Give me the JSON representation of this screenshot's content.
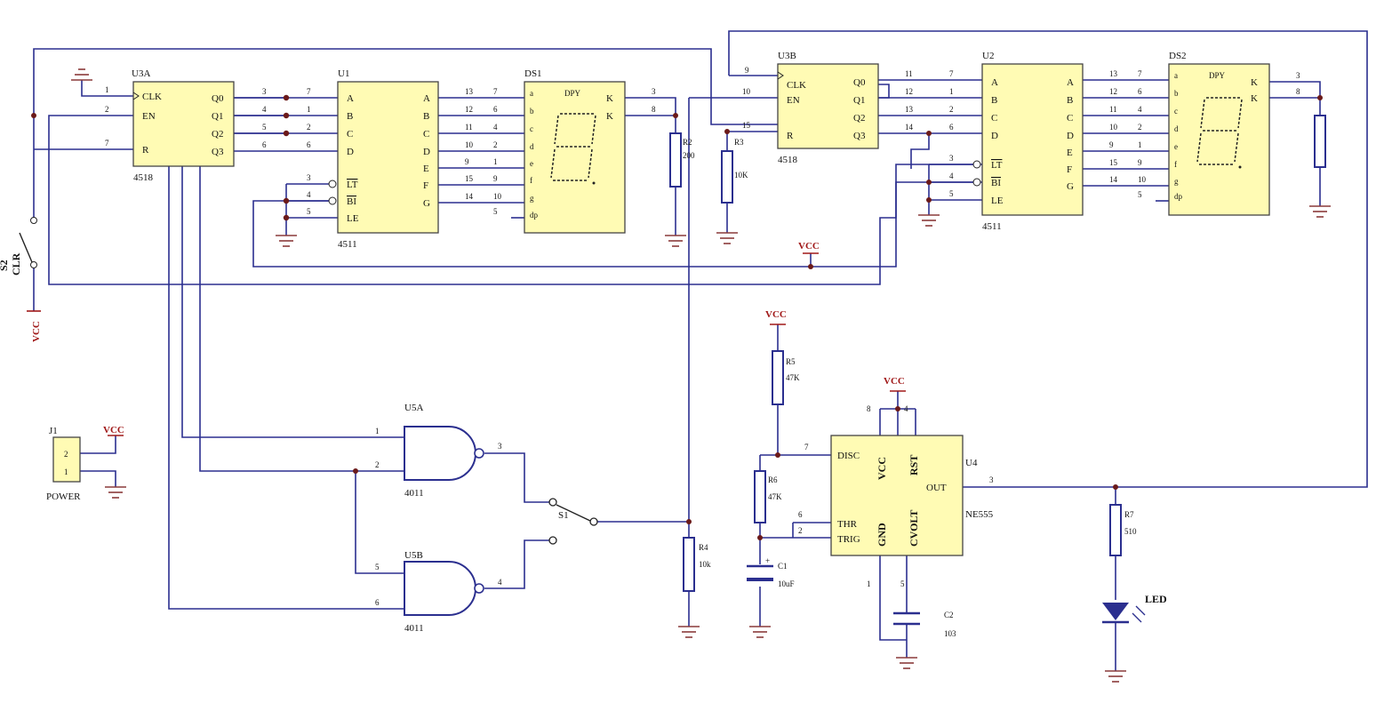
{
  "labels": {
    "u3a": "U3A",
    "u3b": "U3B",
    "u1": "U1",
    "u2": "U2",
    "ds1": "DS1",
    "ds2": "DS2",
    "u5a": "U5A",
    "u5b": "U5B",
    "u4": "U4",
    "j1": "J1",
    "power": "POWER",
    "s1": "S1",
    "s2": "S2",
    "clr": "CLR",
    "vcc": "VCC",
    "led": "LED"
  },
  "parts": {
    "c4518": "4518",
    "c4511": "4511",
    "c4011": "4011",
    "ne555": "NE555",
    "r2": "R2",
    "r2v": "200",
    "r3": "R3",
    "r3v": "10K",
    "r4": "R4",
    "r4v": "10k",
    "r5": "R5",
    "r5v": "47K",
    "r6": "R6",
    "r6v": "47K",
    "r7": "R7",
    "r7v": "510",
    "c1": "C1",
    "c1v": "10uF",
    "c2": "C2",
    "c2v": "103"
  },
  "pins": {
    "clk": "CLK",
    "en": "EN",
    "r": "R",
    "q0": "Q0",
    "q1": "Q1",
    "q2": "Q2",
    "q3": "Q3",
    "a": "A",
    "b": "B",
    "c": "C",
    "d": "D",
    "lt": "LT",
    "bi": "BI",
    "le": "LE",
    "e": "E",
    "f": "F",
    "g": "G",
    "dpy": "DPY",
    "k": "K",
    "disc": "DISC",
    "thr": "THR",
    "trig": "TRIG",
    "vccp": "VCC",
    "gndp": "GND",
    "cvolt": "CVOLT",
    "rst": "RST",
    "out": "OUT"
  },
  "colors": {
    "wire": "#2b2f8f",
    "chip": "#fffbb4",
    "ground": "#8a3a3a",
    "vcc": "#a01818"
  }
}
